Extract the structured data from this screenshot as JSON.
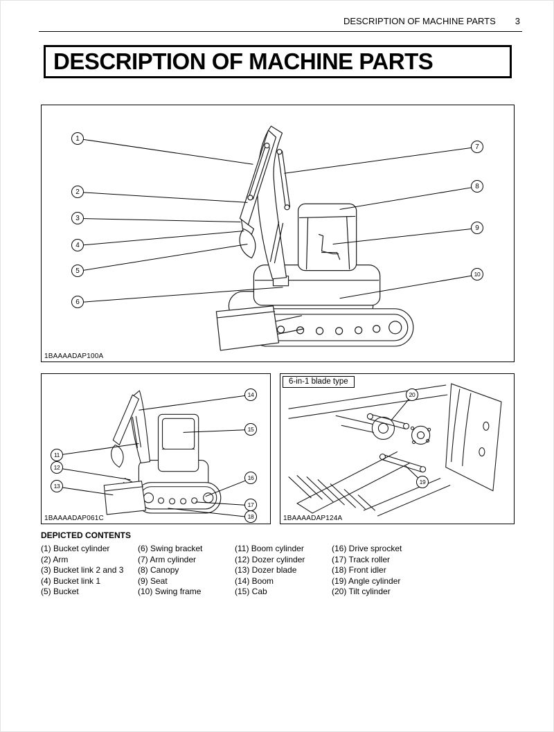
{
  "header": {
    "title": "DESCRIPTION OF MACHINE PARTS",
    "page_number": "3"
  },
  "title": "DESCRIPTION OF MACHINE PARTS",
  "colors": {
    "ink": "#000000",
    "paper": "#ffffff"
  },
  "figures": {
    "main": {
      "code": "1BAAAADAP100A",
      "callouts": [
        "1",
        "2",
        "3",
        "4",
        "5",
        "6",
        "7",
        "8",
        "9",
        "10"
      ]
    },
    "compact": {
      "code": "1BAAAADAP061C",
      "callouts": [
        "11",
        "12",
        "13",
        "14",
        "15",
        "16",
        "17",
        "18"
      ]
    },
    "blade": {
      "code": "1BAAAADAP124A",
      "label": "6-in-1 blade type",
      "callouts": [
        "20",
        "19"
      ]
    }
  },
  "depicted_contents": {
    "heading": "DEPICTED CONTENTS",
    "columns": [
      [
        "(1) Bucket cylinder",
        "(2) Arm",
        "(3) Bucket link 2 and 3",
        "(4) Bucket link 1",
        "(5) Bucket"
      ],
      [
        "(6) Swing bracket",
        "(7) Arm cylinder",
        "(8) Canopy",
        "(9) Seat",
        "(10) Swing frame"
      ],
      [
        "(11) Boom cylinder",
        "(12) Dozer cylinder",
        "(13) Dozer blade",
        "(14) Boom",
        "(15) Cab"
      ],
      [
        "(16) Drive sprocket",
        "(17) Track roller",
        "(18) Front idler",
        "(19) Angle cylinder",
        "(20) Tilt cylinder"
      ]
    ]
  }
}
